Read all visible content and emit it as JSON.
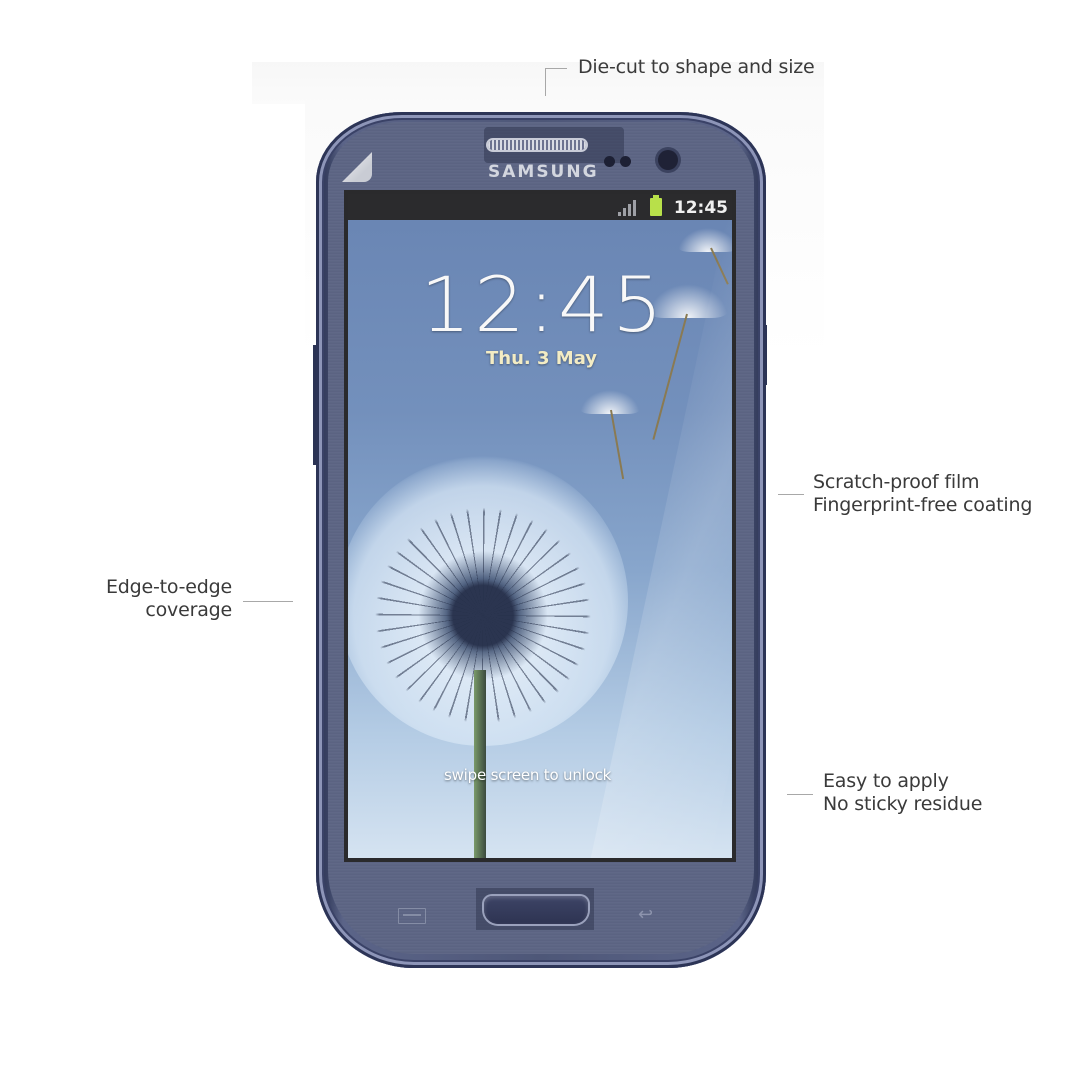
{
  "callouts": {
    "top": {
      "lines": [
        "Die-cut to shape and size"
      ]
    },
    "right_mid": {
      "lines": [
        "Scratch-proof film",
        "Fingerprint-free coating"
      ]
    },
    "right_low": {
      "lines": [
        "Easy to apply",
        "No sticky residue"
      ]
    },
    "left": {
      "lines": [
        "Edge-to-edge",
        "coverage"
      ]
    }
  },
  "phone": {
    "brand": "SAMSUNG",
    "status_bar": {
      "time": "12:45",
      "icons": [
        "signal-icon",
        "battery-icon"
      ]
    },
    "lockscreen": {
      "clock": "12:45",
      "date": "Thu. 3 May",
      "unlock_hint": "swipe screen to unlock"
    },
    "keys": [
      "menu-key",
      "home-button",
      "back-key"
    ]
  },
  "colors": {
    "phone_body": "#4e5778",
    "wallpaper_top": "#6a86b4",
    "battery": "#b8e04a",
    "callout_text": "#3a3a3a",
    "leader_line": "#a8a8a8"
  }
}
